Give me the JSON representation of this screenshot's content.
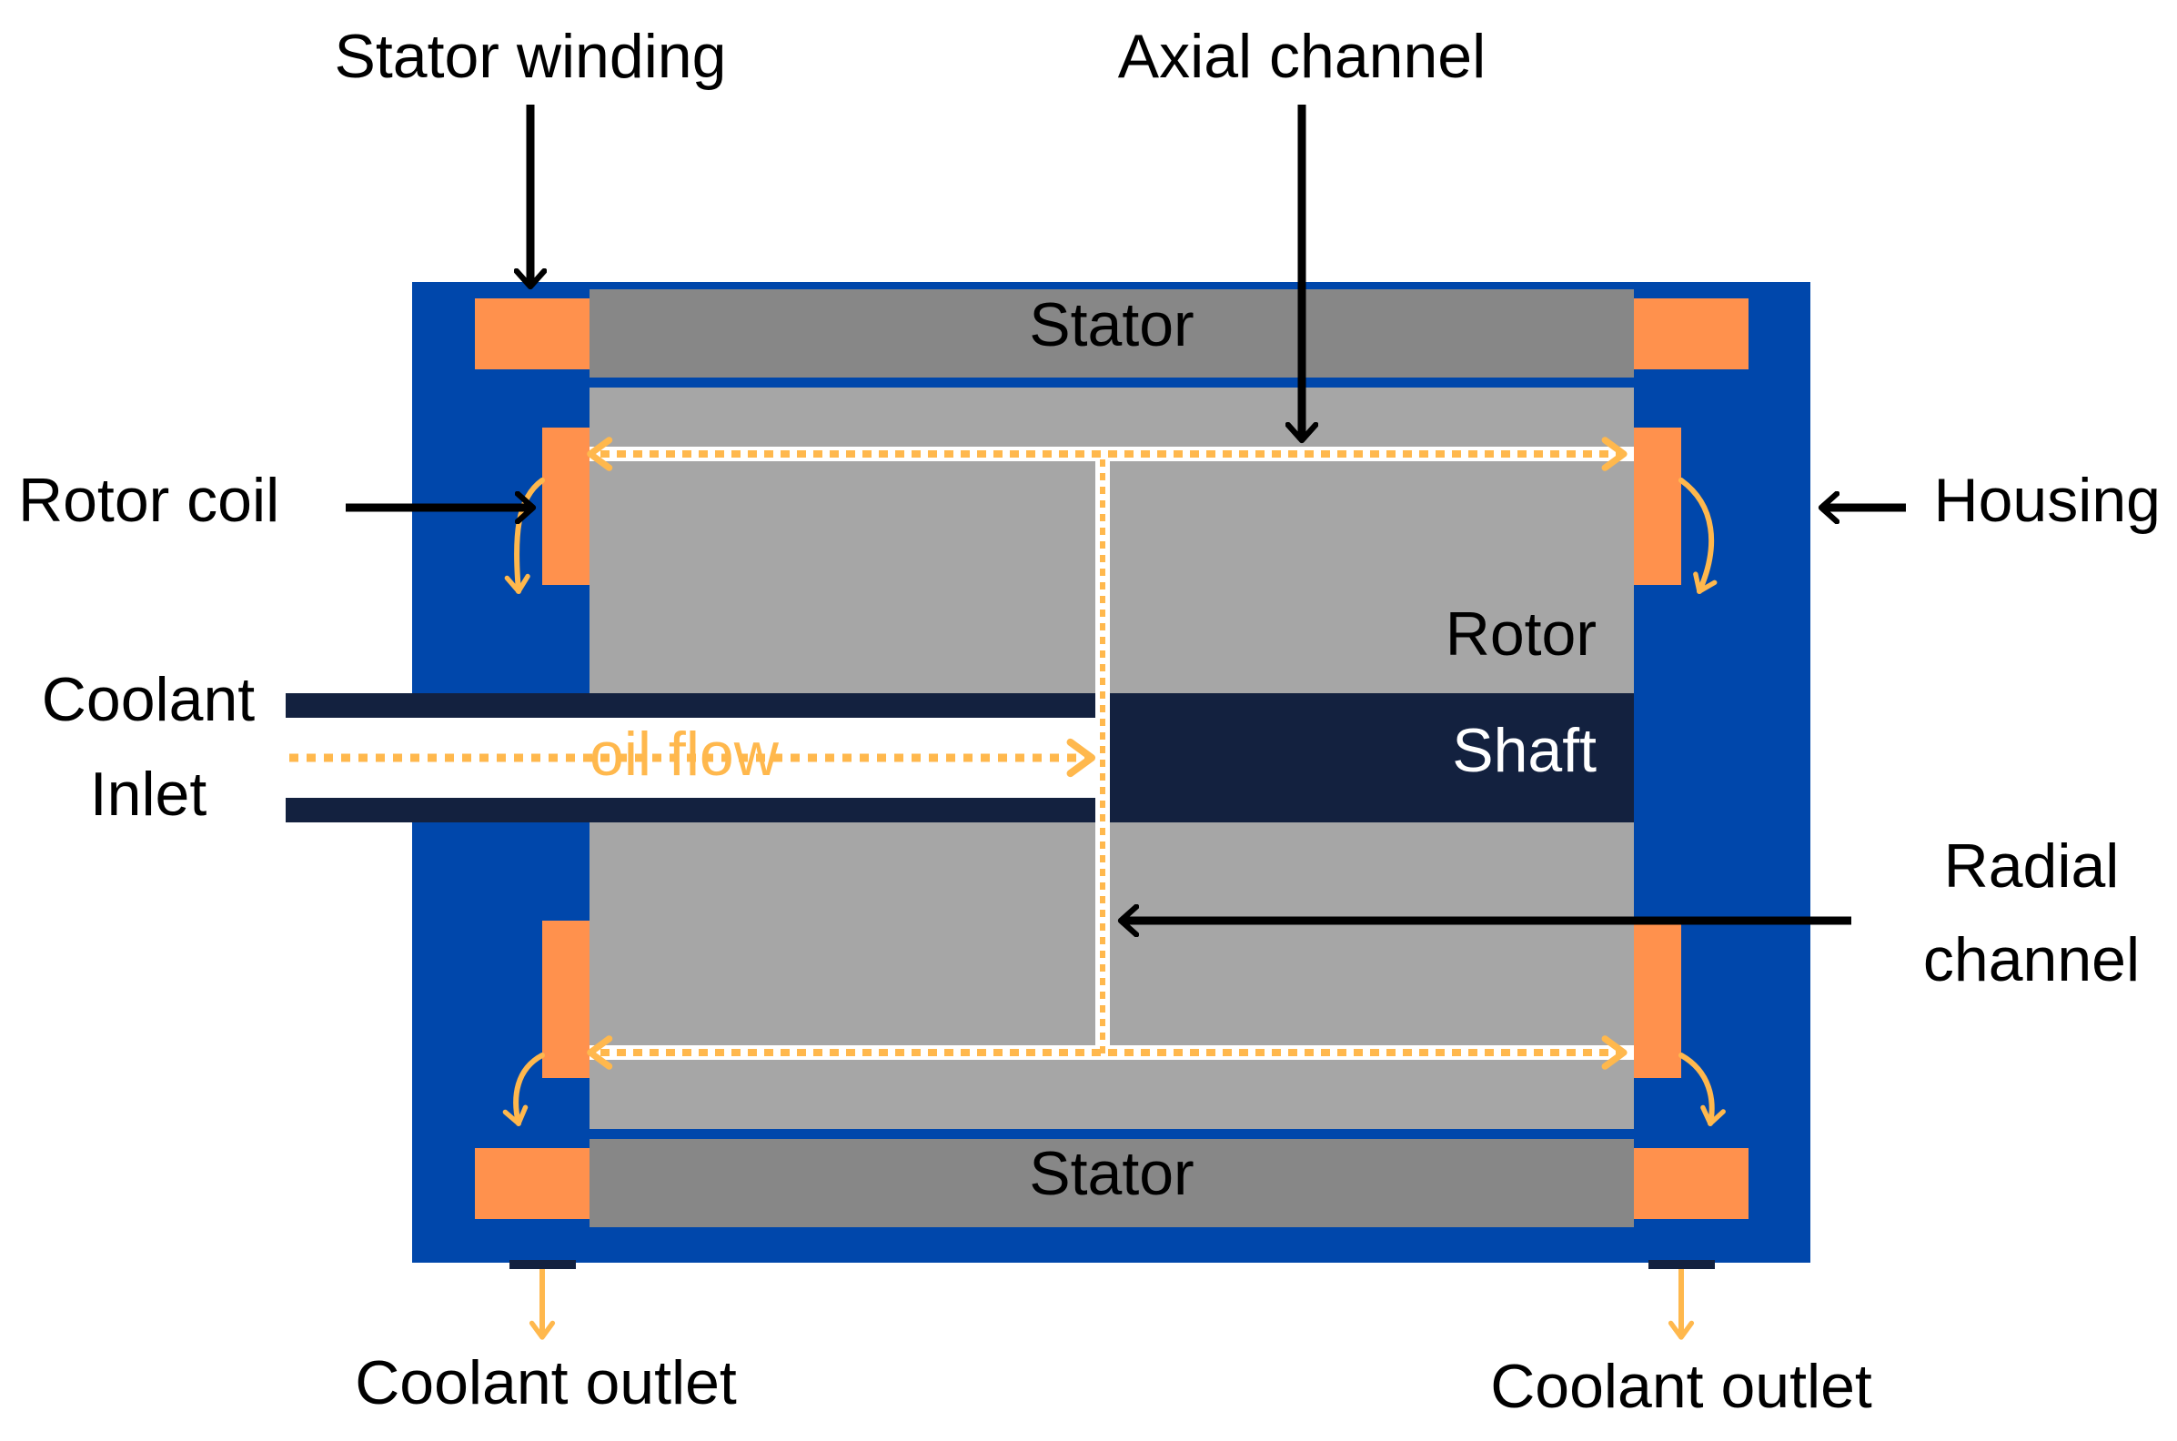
{
  "labels": {
    "stator_winding": "Stator winding",
    "axial_channel": "Axial channel",
    "rotor_coil": "Rotor coil",
    "housing": "Housing",
    "coolant_inlet_line1": "Coolant",
    "coolant_inlet_line2": "Inlet",
    "radial_channel_line1": "Radial",
    "radial_channel_line2": "channel",
    "coolant_outlet_left": "Coolant outlet",
    "coolant_outlet_right": "Coolant outlet"
  },
  "parts": {
    "stator_top": "Stator",
    "stator_bottom": "Stator",
    "rotor": "Rotor",
    "shaft": "Shaft",
    "oil_flow": "oil flow"
  },
  "colors": {
    "housing": "#0047AB",
    "stator": "#878787",
    "rotor": "#A6A6A6",
    "shaft": "#13213F",
    "winding": "#FF914D",
    "oil": "#FFB84D",
    "arrow": "#000000",
    "channel": "#FFFFFF"
  }
}
